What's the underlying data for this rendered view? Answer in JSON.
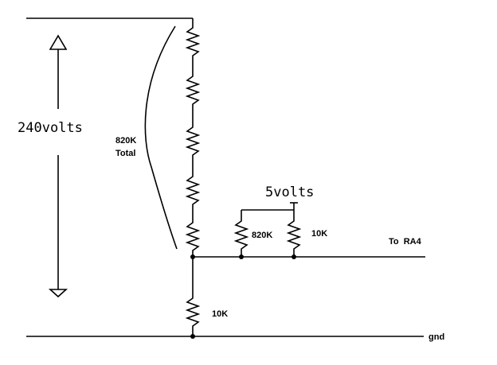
{
  "labels": {
    "supply_voltage": "240volts",
    "divider_total_value": "820K",
    "divider_total_word": "Total",
    "output_voltage": "5volts",
    "upper_resistor": "820K",
    "lower_resistor_right": "10K",
    "output_node": "To  RA4",
    "bottom_resistor": "10K",
    "ground": "gnd"
  },
  "colors": {
    "ink": "#000000",
    "background": "#ffffff"
  }
}
